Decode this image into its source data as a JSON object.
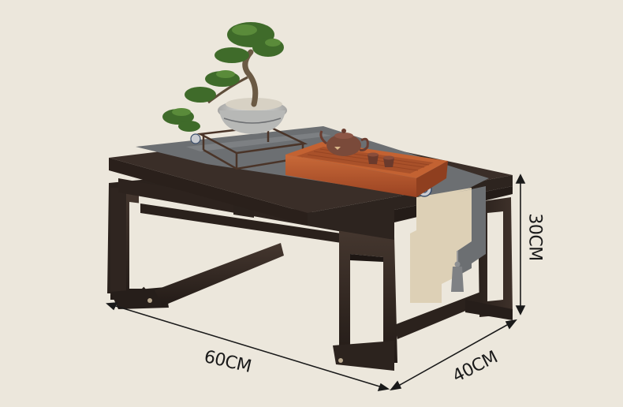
{
  "dimensions": {
    "width": "60CM",
    "depth": "40CM",
    "height": "30CM"
  },
  "colors": {
    "background": "#ece7dc",
    "wood_dark": "#2e2420",
    "wood_mid": "#3d302a",
    "runner_gray": "#6f7275",
    "runner_cream": "#ddd0b6",
    "tray_orange": "#b4562a",
    "teapot": "#7a4a3a",
    "bonsai_green": "#3f6b2a"
  },
  "icons": [
    "bonsai-plant",
    "teapot",
    "tea-cups",
    "tassel"
  ]
}
